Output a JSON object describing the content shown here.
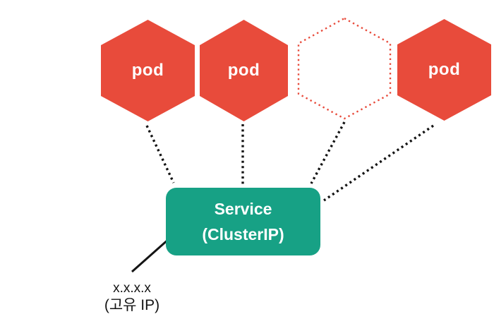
{
  "diagram": {
    "pods": [
      {
        "label": "pod",
        "style": "solid"
      },
      {
        "label": "pod",
        "style": "solid"
      },
      {
        "label": "",
        "style": "dotted"
      },
      {
        "label": "pod",
        "style": "solid"
      }
    ],
    "service_box": {
      "line1": "Service",
      "line2": "(ClusterIP)"
    },
    "ip_label": {
      "line1": "x.x.x.x",
      "line2": "(고유 IP)"
    },
    "colors": {
      "pod_red": "#E84B3B",
      "service_teal": "#17A185",
      "line_black": "#141414",
      "label_white": "#FFFFFF",
      "text_black": "#141414",
      "background": "#FFFFFF"
    }
  }
}
